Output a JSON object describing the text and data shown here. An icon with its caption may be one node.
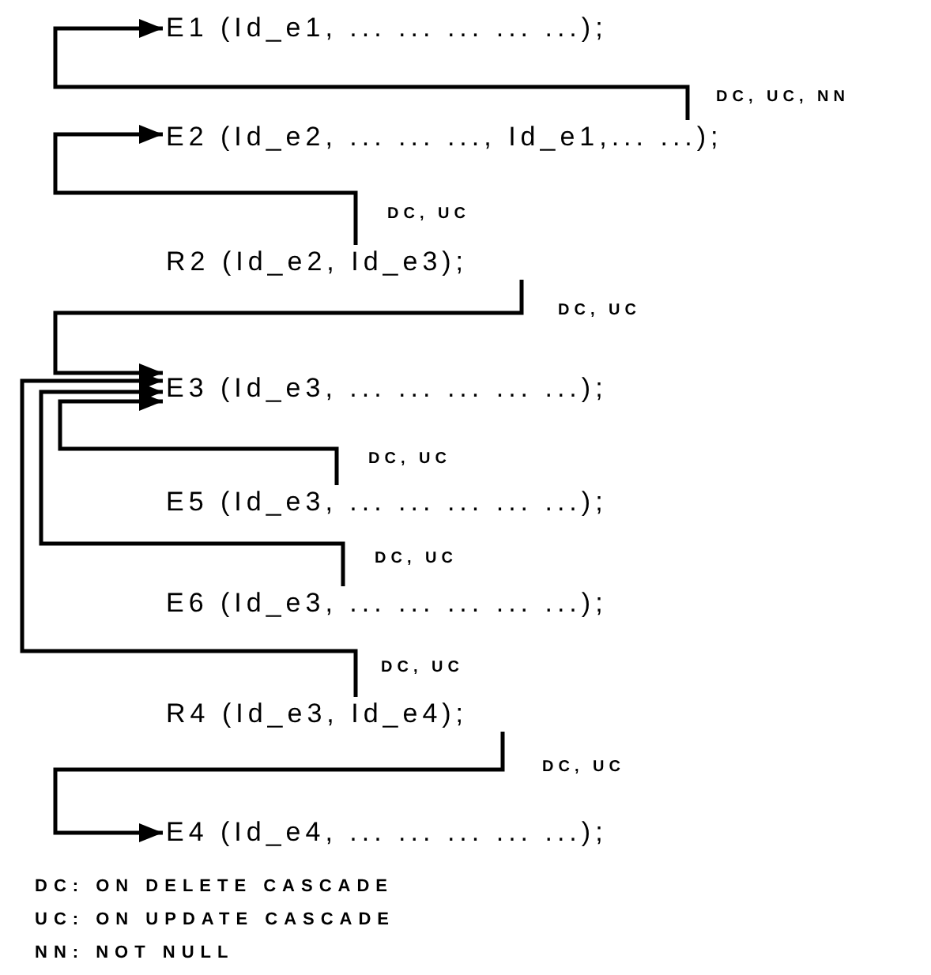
{
  "diagram": {
    "nodes": [
      {
        "text": [
          "E1 (Id_e1, ... ... ... ... ...);"
        ]
      },
      {
        "text": [
          "E2 (Id_e2, ... ... ..., Id_e1,... ...);"
        ]
      },
      {
        "text": [
          "R2 (Id_e2, Id_e3);"
        ]
      },
      {
        "text": [
          "E3 (Id_e3, ... ... ... ... ...);"
        ]
      },
      {
        "text": [
          "E5 (Id_e3, ... ... ... ... ...);"
        ]
      },
      {
        "text": [
          "E6 (Id_e3, ... ... ... ... ...);"
        ]
      },
      {
        "text": [
          "R4 (Id_e3, Id_e4);"
        ]
      },
      {
        "text": [
          "E4 (Id_e4, ... ... ... ... ...);"
        ]
      }
    ],
    "edges": [
      {
        "from": 1,
        "to": 0,
        "arrow": "to",
        "label": "DC, UC, NN"
      },
      {
        "from": 2,
        "to": 1,
        "arrow": "to",
        "label": "DC, UC"
      },
      {
        "from": 2,
        "to": 3,
        "arrow": "to",
        "label": "DC, UC"
      },
      {
        "from": 4,
        "to": 3,
        "arrow": "to",
        "label": "DC, UC"
      },
      {
        "from": 5,
        "to": 3,
        "arrow": "to",
        "label": "DC, UC"
      },
      {
        "from": 6,
        "to": 3,
        "arrow": "to",
        "label": "DC, UC"
      },
      {
        "from": 6,
        "to": 7,
        "arrow": "to",
        "label": "DC, UC"
      }
    ],
    "labels": [
      "DC: ON DELETE CASCADE",
      "UC: ON UPDATE CASCADE",
      "NN: NOT NULL"
    ]
  }
}
